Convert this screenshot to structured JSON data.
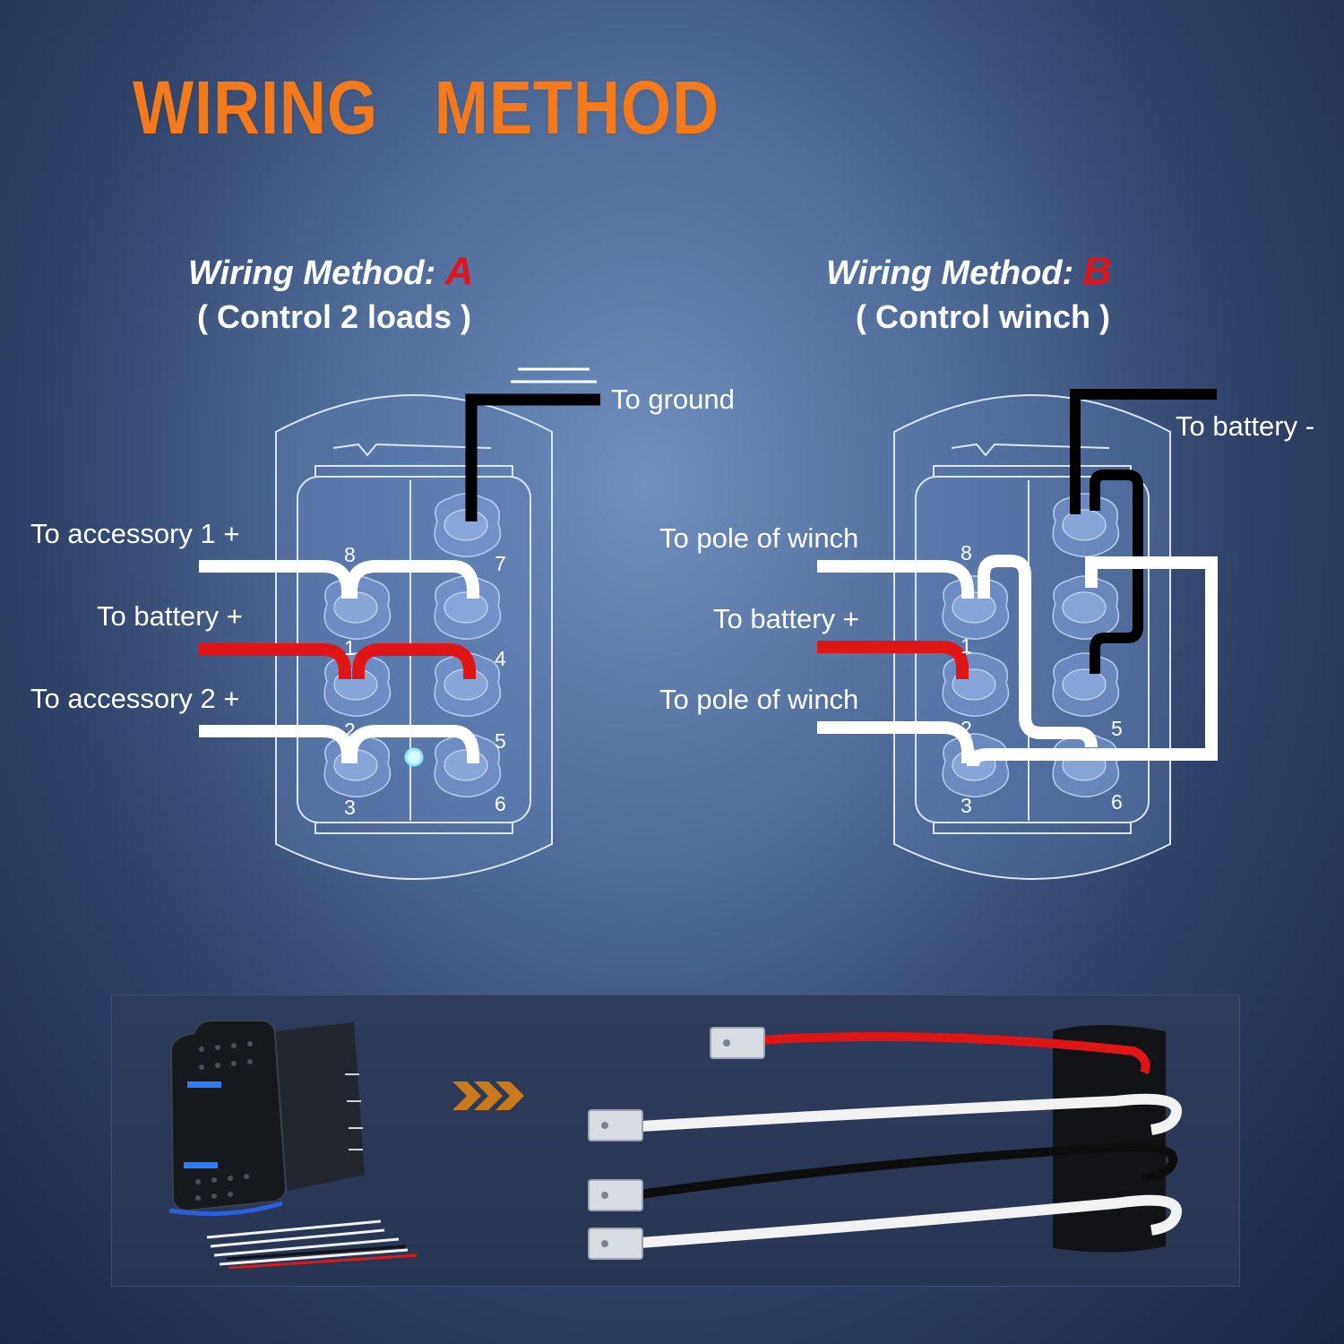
{
  "header": {
    "title": "WIRING   METHOD"
  },
  "method_a": {
    "title_prefix": "Wiring Method: ",
    "title_letter": "A",
    "subtitle": "( Control 2 loads )",
    "labels": {
      "ground": "To ground",
      "accessory1": "To accessory 1 +",
      "battery_plus": "To battery +",
      "accessory2": "To accessory 2 +"
    },
    "pins": [
      "8",
      "7",
      "1",
      "4",
      "2",
      "5",
      "3",
      "6"
    ]
  },
  "method_b": {
    "title_prefix": "Wiring Method: ",
    "title_letter": "B",
    "subtitle": "( Control winch )",
    "labels": {
      "battery_minus": "To battery -",
      "pole1": "To pole of winch",
      "battery_plus": "To battery +",
      "pole2": "To pole of winch"
    },
    "pins": [
      "8",
      "1",
      "2",
      "5",
      "3",
      "6"
    ]
  },
  "colors": {
    "title": "#f2791c",
    "method_letter": "#e0141b",
    "positive_wire": "#e01515",
    "ground_wire": "#000000",
    "load_wire": "#ffffff"
  }
}
